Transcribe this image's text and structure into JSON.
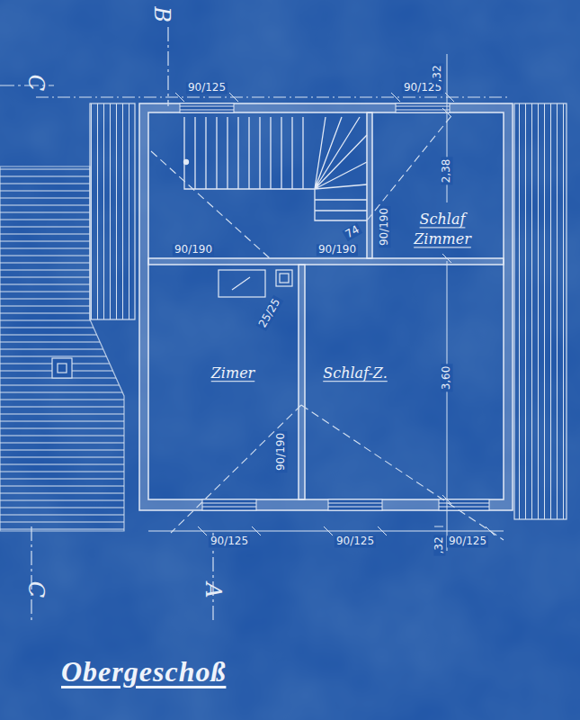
{
  "diagram": {
    "title": "Obergeschoß",
    "nodes": [
      {
        "text": [
          "Schlaf Zimmer"
        ]
      },
      {
        "text": [
          "Zimer"
        ]
      },
      {
        "text": [
          "Schlaf-Z."
        ]
      }
    ],
    "labels": [
      "B",
      "C",
      "90/125",
      "90/125",
      ",32",
      "2,38",
      "74",
      "90/190",
      "90/190",
      "90/190",
      "25/25",
      "3,60",
      "90/190",
      "90/125",
      "90/125",
      "90/125",
      ",32",
      "C",
      "A"
    ]
  }
}
